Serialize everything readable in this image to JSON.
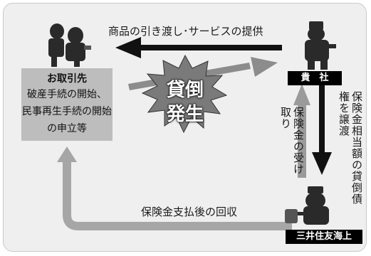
{
  "client": {
    "title": "お取引先",
    "line1": "破産手続の開始、",
    "line2": "民事再生手続の開始",
    "line3": "の申立等"
  },
  "company": {
    "label": "貴　社"
  },
  "insurer": {
    "label": "三井住友海上"
  },
  "arrows": {
    "provision": "商品の引き渡し･サービスの提供",
    "transfer": "保険金相当額の貸倒債権を譲渡",
    "receipt": "保険金の受け取り",
    "recovery": "保険金支払後の回収"
  },
  "burst": {
    "line1": "貸倒",
    "line2": "発生"
  }
}
